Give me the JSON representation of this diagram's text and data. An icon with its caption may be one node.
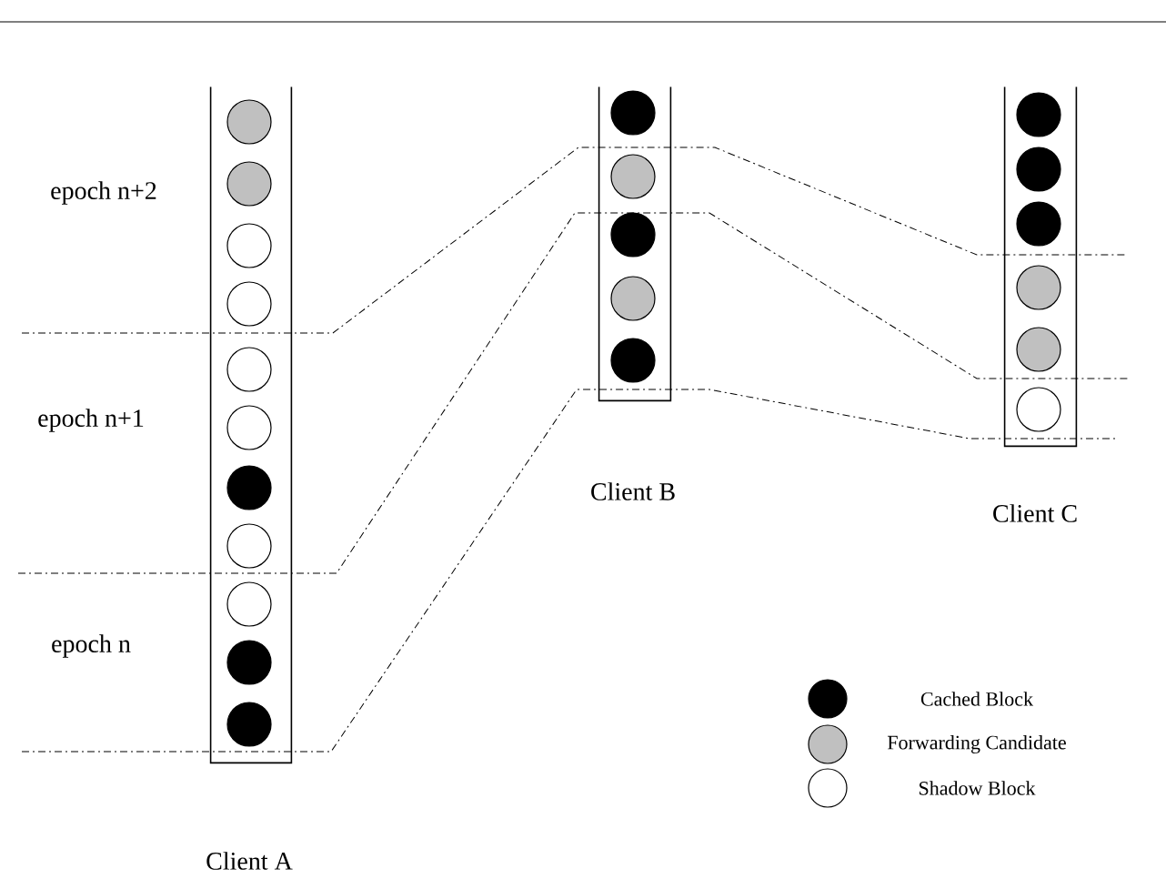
{
  "diagram": {
    "nodes": [
      {
        "text": [
          "Client A"
        ]
      },
      {
        "text": [
          "Client B"
        ]
      },
      {
        "text": [
          "Client C"
        ]
      }
    ],
    "edges": [],
    "labels": [
      "epoch n+2",
      "epoch n+1",
      "epoch n"
    ],
    "legend": [
      {
        "text": "Cached Block",
        "color": "#000000"
      },
      {
        "text": "Forwarding Candidate",
        "color": "#c0c0c0"
      },
      {
        "text": "Shadow Block"
      }
    ]
  }
}
